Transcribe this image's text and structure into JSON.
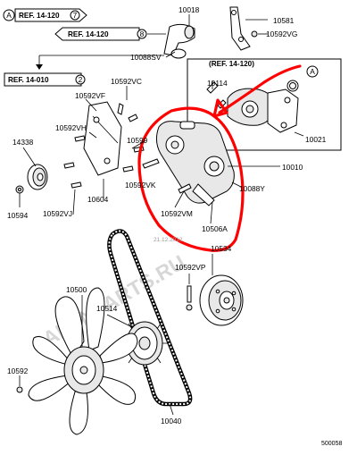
{
  "refs": {
    "top": "REF. 14-120",
    "top_circle": "7",
    "mid": "REF. 14-120",
    "mid_circle": "8",
    "left": "REF. 14-010",
    "left_circle": "2",
    "inset": "(REF. 14-120)",
    "inset_circle": "A"
  },
  "section_circle": "A",
  "parts": {
    "p10018": "10018",
    "p10581": "10581",
    "p10592VG": "10592VG",
    "p10088SV": "10088SV",
    "p10592VC": "10592VC",
    "p10592VF": "10592VF",
    "p10114": "10114",
    "p10592VH": "10592VH",
    "p10599": "10599",
    "p10021": "10021",
    "p14338": "14338",
    "p10010": "10010",
    "p10592VK": "10592VK",
    "p10088Y": "10088Y",
    "p10604": "10604",
    "p10592VJ": "10592VJ",
    "p10592VM": "10592VM",
    "p10594": "10594",
    "p10506A": "10506A",
    "p10534": "10534",
    "p10592VP": "10592VP",
    "p10500": "10500",
    "p10514": "10514",
    "p10592": "10592",
    "p10040": "10040"
  },
  "watermark": "JAPANPARTS.RU",
  "date_stamp": "21.12.2012",
  "diagram_id": "500058",
  "colors": {
    "highlight": "#ff0000",
    "line": "#000000",
    "watermark": "#8e8e8e"
  }
}
